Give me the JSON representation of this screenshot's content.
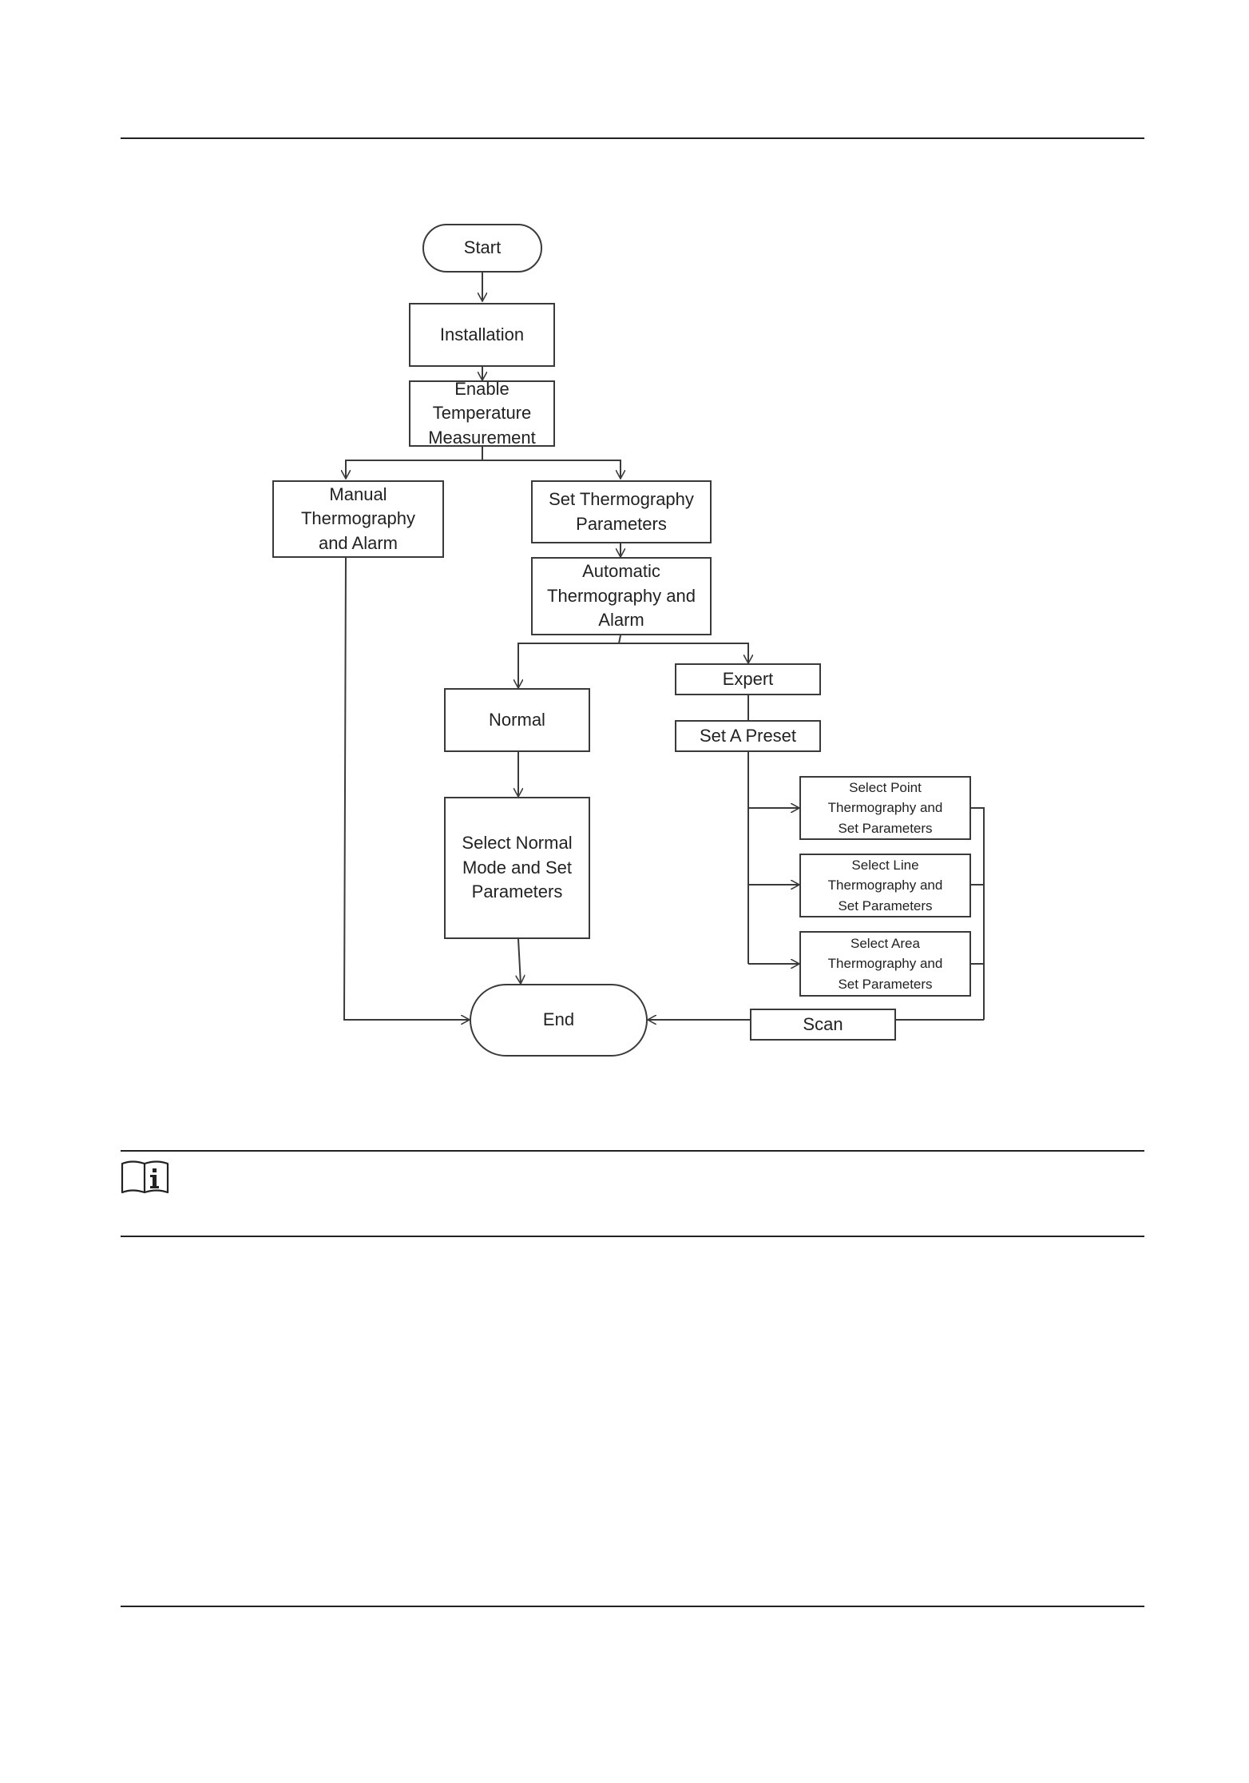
{
  "diagram": {
    "nodes": {
      "start": "Start",
      "installation": "Installation",
      "enable": "Enable\nTemperature\nMeasurement",
      "manual": "Manual\nThermography\nand Alarm",
      "set_thermo": "Set Thermography\nParameters",
      "automatic": "Automatic\nThermography and\nAlarm",
      "normal": "Normal",
      "expert": "Expert",
      "select_normal": "Select Normal\nMode and Set\nParameters",
      "preset": "Set A Preset",
      "point": "Select Point\nThermography and\nSet Parameters",
      "line": "Select Line\nThermography and\nSet Parameters",
      "area": "Select Area\nThermography and\nSet Parameters",
      "scan": "Scan",
      "end": "End"
    }
  },
  "note": {
    "icon": "info-book-icon"
  },
  "colors": {
    "line": "#3a3a3a",
    "rule": "#222222"
  }
}
